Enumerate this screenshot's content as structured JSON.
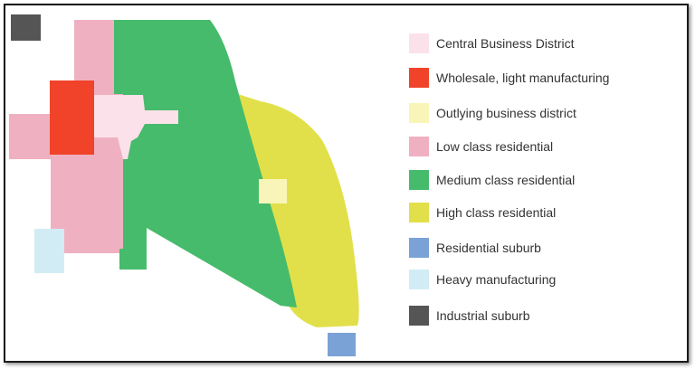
{
  "legend": {
    "items": [
      {
        "key": "cbd",
        "label": "Central Business District",
        "color": "#fbe1ea"
      },
      {
        "key": "wholesale",
        "label": "Wholesale, light manufacturing",
        "color": "#f0432a"
      },
      {
        "key": "outlying",
        "label": "Outlying business district",
        "color": "#f9f5b8"
      },
      {
        "key": "low",
        "label": "Low class residential",
        "color": "#efb1c2"
      },
      {
        "key": "medium",
        "label": "Medium class residential",
        "color": "#46bb6b"
      },
      {
        "key": "high",
        "label": "High class residential",
        "color": "#e1e04a"
      },
      {
        "key": "suburb",
        "label": "Residential suburb",
        "color": "#7aa2d6"
      },
      {
        "key": "heavy",
        "label": "Heavy manufacturing",
        "color": "#d2ecf5"
      },
      {
        "key": "industrial",
        "label": "Industrial suburb",
        "color": "#555555"
      }
    ]
  }
}
